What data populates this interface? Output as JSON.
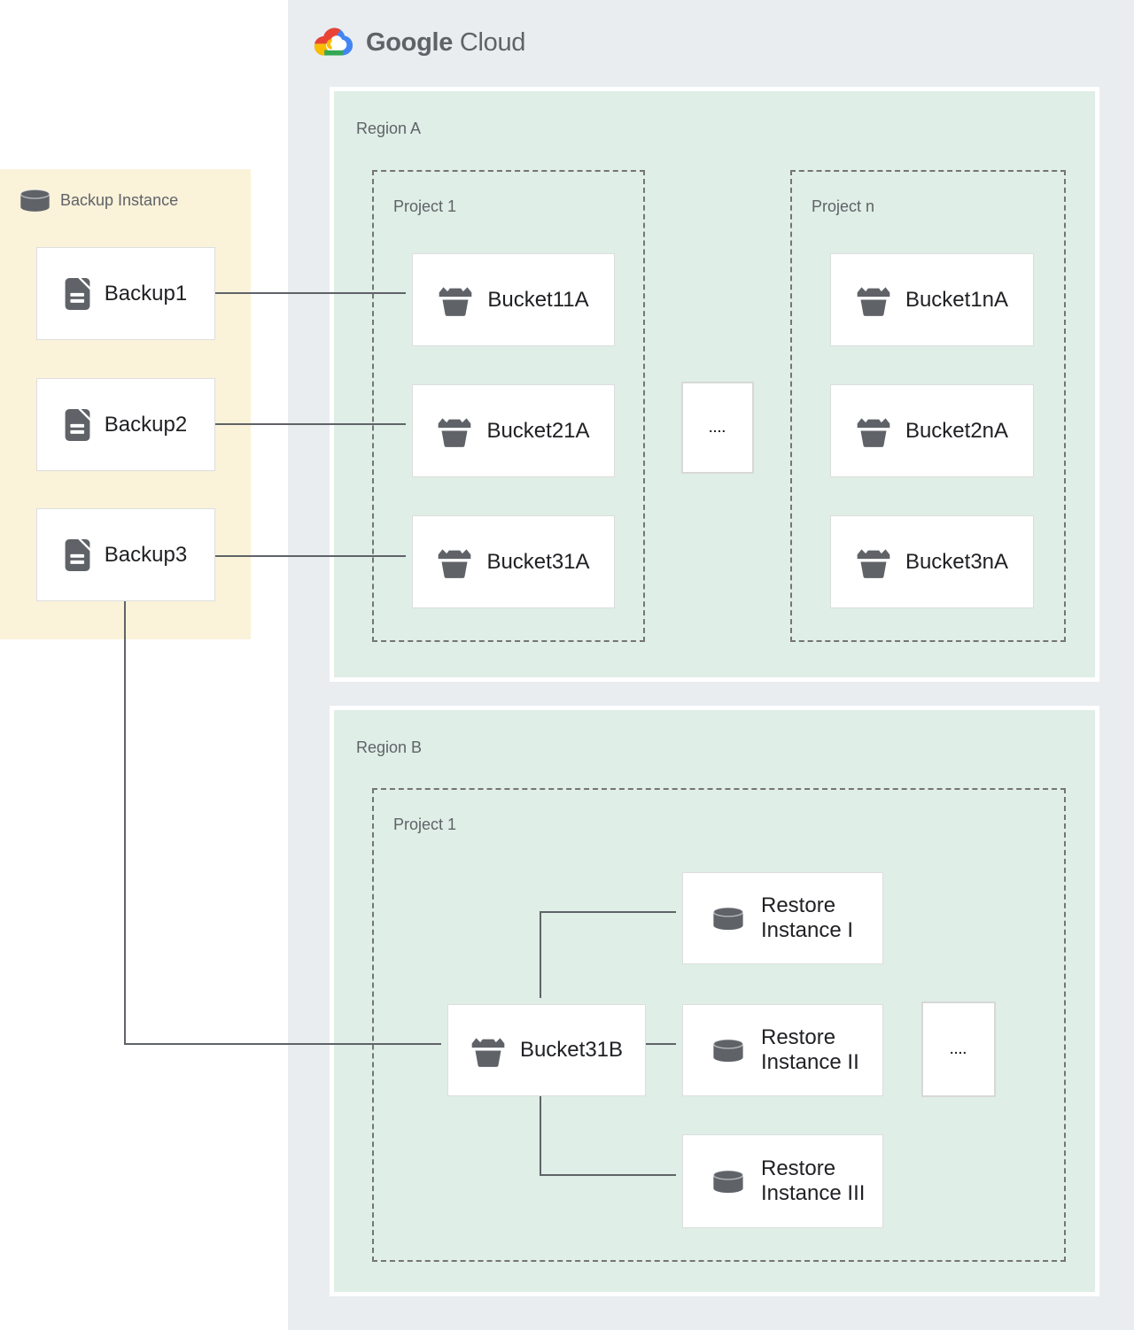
{
  "logo": {
    "part1": "Google",
    "part2": "Cloud"
  },
  "backup_panel": {
    "title": "Backup Instance",
    "items": [
      "Backup1",
      "Backup2",
      "Backup3"
    ]
  },
  "regions": {
    "a": {
      "label": "Region A",
      "projects": [
        {
          "label": "Project 1",
          "buckets": [
            "Bucket11A",
            "Bucket21A",
            "Bucket31A"
          ]
        },
        {
          "label": "Project n",
          "buckets": [
            "Bucket1nA",
            "Bucket2nA",
            "Bucket3nA"
          ]
        }
      ],
      "ellipsis": "...."
    },
    "b": {
      "label": "Region B",
      "project": {
        "label": "Project 1"
      },
      "bucket": "Bucket31B",
      "restores": [
        "Restore Instance I",
        "Restore Instance II",
        "Restore Instance III"
      ],
      "ellipsis": "...."
    }
  },
  "colors": {
    "gcp_panel_gray": "#e9edf0",
    "region_green": "#dfeee6",
    "backup_yellow": "#faf2d9",
    "icon_gray": "#5f6368",
    "connector_gray": "#5f6368",
    "label_gray": "#5f6368",
    "text_dark": "#202124",
    "logo_red": "#EA4335",
    "logo_blue": "#4285F4",
    "logo_yellow": "#FBBC04",
    "logo_green": "#34A853"
  }
}
